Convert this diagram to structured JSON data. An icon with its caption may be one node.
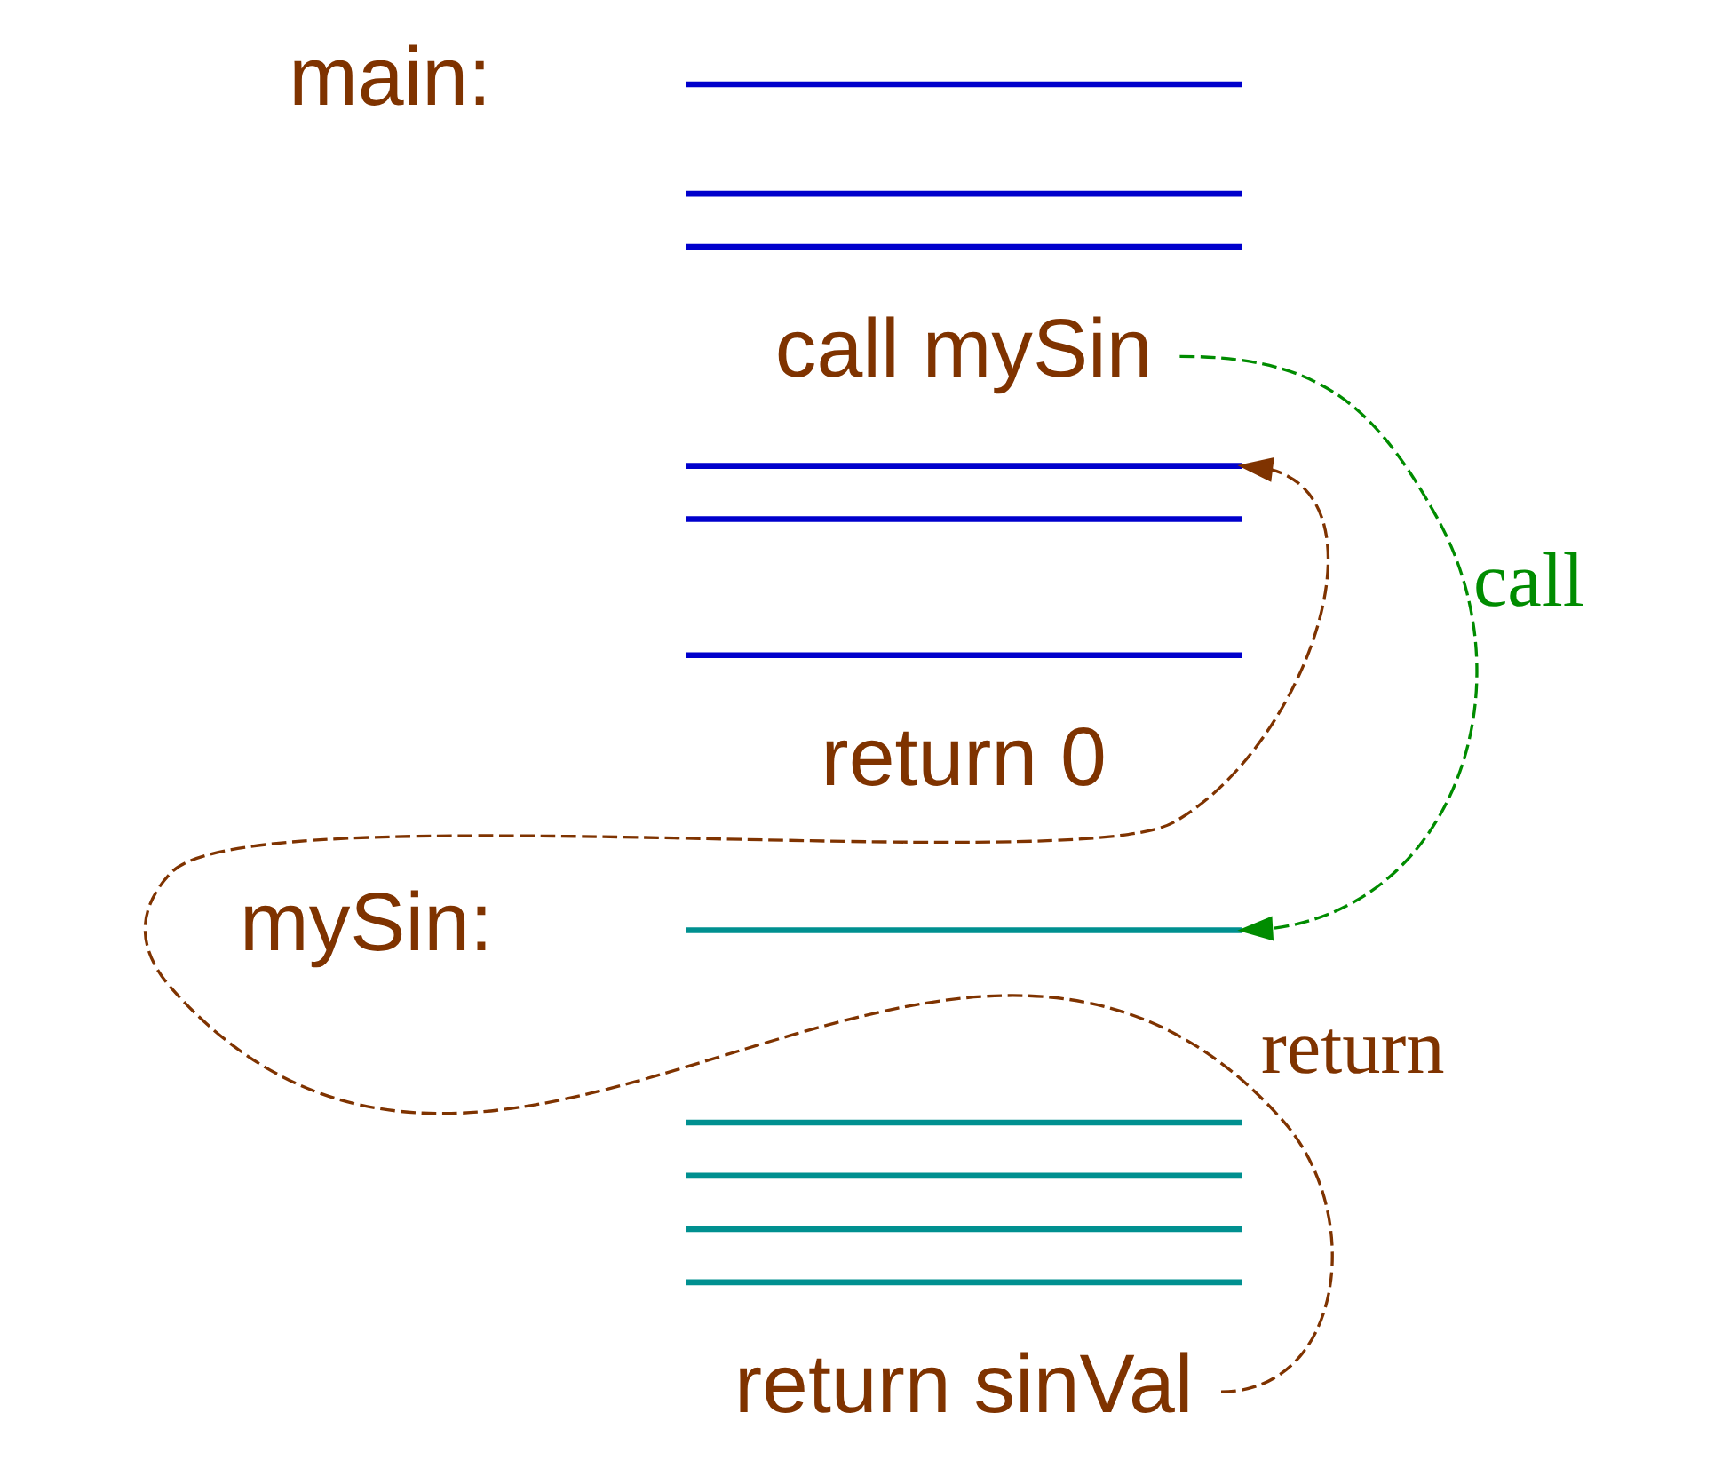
{
  "diagram": {
    "nodes": [
      {
        "text": [],
        "shape": "bar"
      },
      {
        "text": [],
        "shape": "bar"
      },
      {
        "text": [],
        "shape": "bar"
      },
      {
        "text": [
          "call mySin"
        ]
      },
      {
        "text": [],
        "shape": "bar"
      },
      {
        "text": [],
        "shape": "bar"
      },
      {
        "text": [],
        "shape": "bar"
      },
      {
        "text": [
          "return 0"
        ]
      },
      {
        "text": [],
        "shape": "bar"
      },
      {
        "text": [],
        "shape": "bar"
      },
      {
        "text": [],
        "shape": "bar"
      },
      {
        "text": [],
        "shape": "bar"
      },
      {
        "text": [],
        "shape": "bar"
      },
      {
        "text": [
          "return sinVal"
        ]
      }
    ],
    "edges": [
      {
        "from": 3,
        "to": 8,
        "arrow": "to",
        "label": "call",
        "style": "dashed",
        "color": "#008c00"
      },
      {
        "from": 13,
        "to": 4,
        "arrow": "to",
        "label": "return",
        "style": "dashed",
        "color": "#7f3300"
      }
    ],
    "labels": [
      "main:",
      "mySin:"
    ]
  }
}
